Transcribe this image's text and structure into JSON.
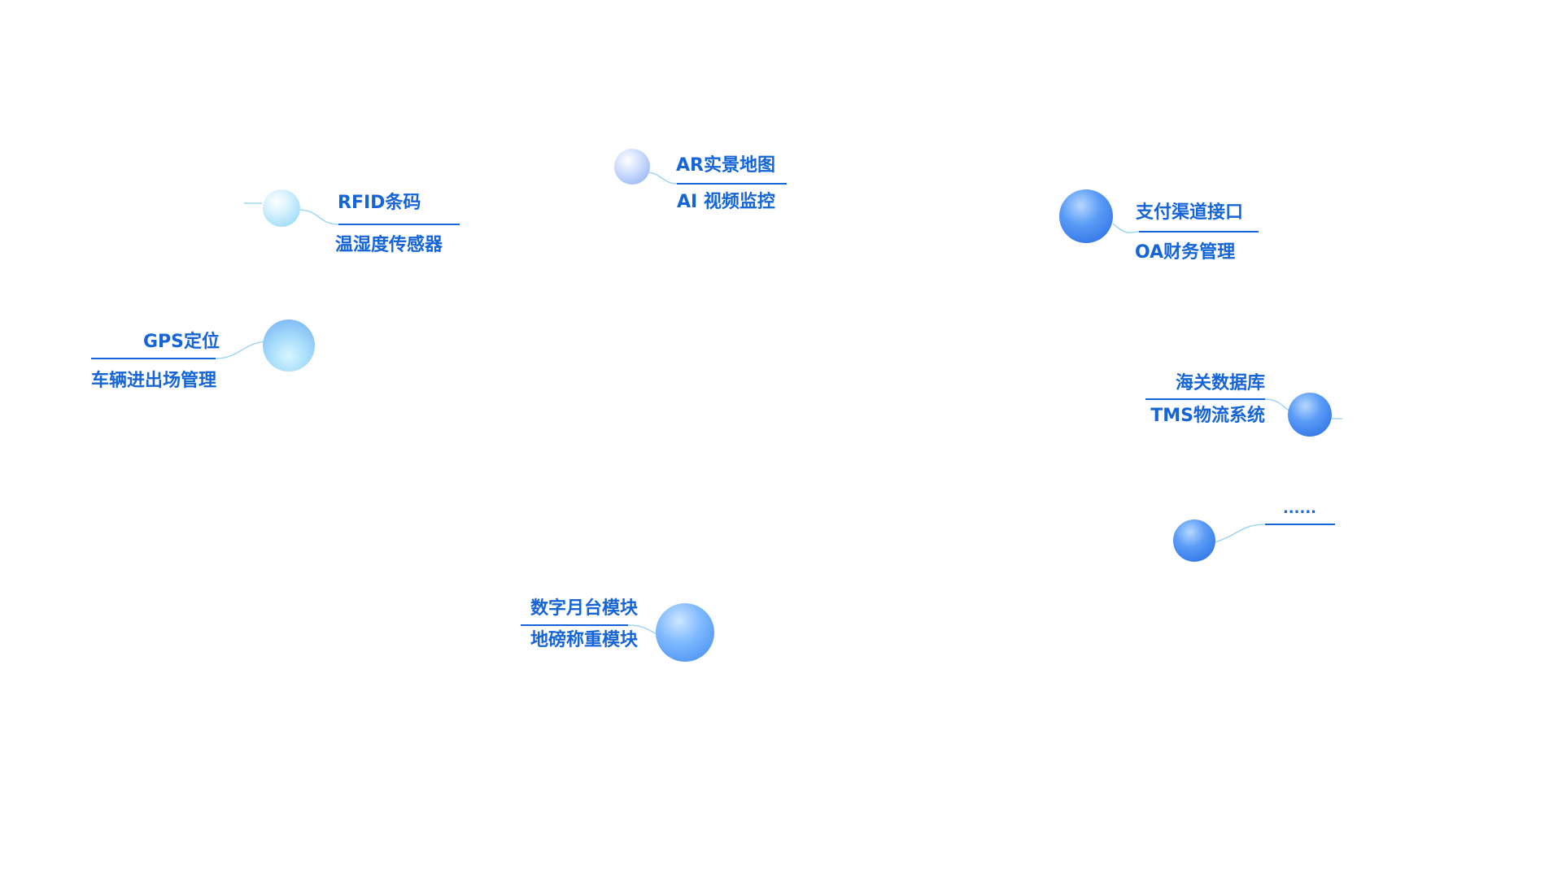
{
  "colors": {
    "label": "#1565d8",
    "divider": "#1565d8",
    "connector": "#9fd6f2",
    "sphere_light_highlight": "#ffffff",
    "sphere_light_base": "#aee3fb",
    "sphere_lavender_base": "#a9c2fb",
    "sphere_mid_base": "#7fb6ff",
    "sphere_deep_base": "#3f86f2"
  },
  "nodes": [
    {
      "id": "rfid",
      "labels": [
        "RFID条码",
        "温湿度传感器"
      ],
      "sphere_icon": "sphere-pale-icon"
    },
    {
      "id": "ar",
      "labels": [
        "AR实景地图",
        "AI 视频监控"
      ],
      "sphere_icon": "sphere-lavender-icon"
    },
    {
      "id": "pay",
      "labels": [
        "支付渠道接口",
        "OA财务管理"
      ],
      "sphere_icon": "sphere-deep-icon"
    },
    {
      "id": "gps",
      "labels": [
        "GPS定位",
        "车辆进出场管理"
      ],
      "sphere_icon": "sphere-light-icon"
    },
    {
      "id": "customs",
      "labels": [
        "海关数据库",
        "TMS物流系统"
      ],
      "sphere_icon": "sphere-deep-icon"
    },
    {
      "id": "more",
      "labels": [
        "......"
      ],
      "sphere_icon": "sphere-deep-icon"
    },
    {
      "id": "platform",
      "labels": [
        "数字月台模块",
        "地磅称重模块"
      ],
      "sphere_icon": "sphere-mid-icon"
    }
  ]
}
